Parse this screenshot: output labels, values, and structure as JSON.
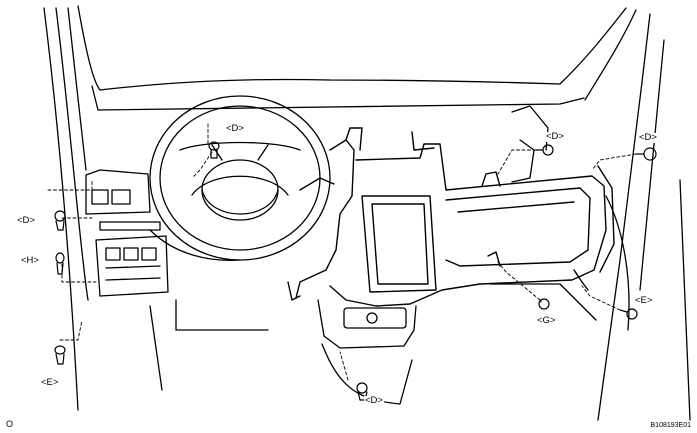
{
  "callouts": {
    "d_steering": "<D>",
    "d_left": "<D>",
    "h_left": "<H>",
    "e_left": "<E>",
    "d_bottom": "<D>",
    "d_center_right": "<D>",
    "d_far_right": "<D>",
    "e_right": "<E>",
    "g_right": "<G>"
  },
  "figure_code": "B108193E01",
  "corner_mark": "O"
}
